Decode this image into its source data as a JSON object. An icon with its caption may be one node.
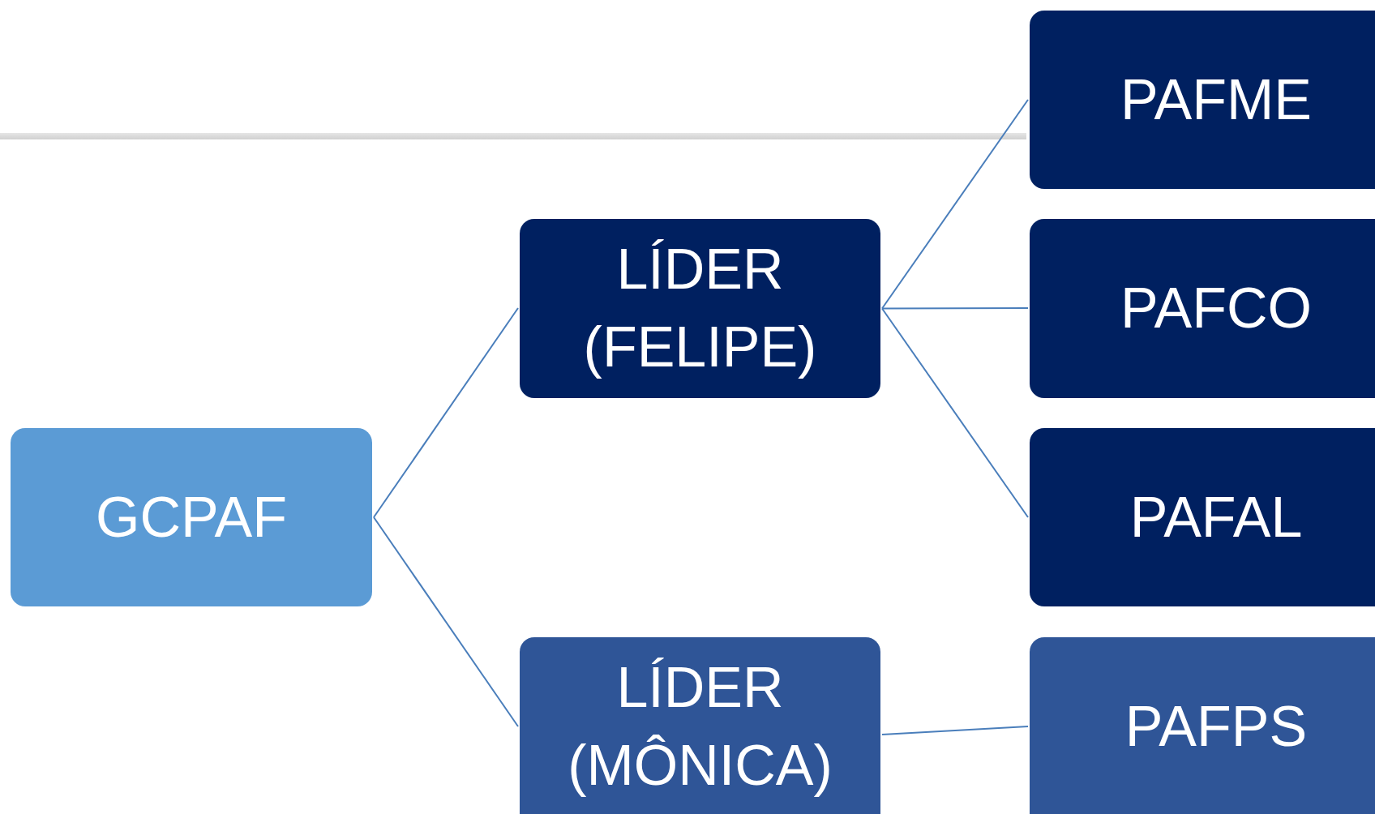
{
  "diagram": {
    "nodes": [
      {
        "text": [
          "GCPAF"
        ]
      },
      {
        "text": [
          "LÍDER (FELIPE)"
        ]
      },
      {
        "text": [
          "LÍDER (MÔNICA)"
        ]
      },
      {
        "text": [
          "PAFME"
        ]
      },
      {
        "text": [
          "PAFCO"
        ]
      },
      {
        "text": [
          "PAFAL"
        ]
      },
      {
        "text": [
          "PAFPS"
        ]
      }
    ],
    "edges": [
      {
        "from": 0,
        "to": 1,
        "arrow": "none"
      },
      {
        "from": 0,
        "to": 2,
        "arrow": "none"
      },
      {
        "from": 1,
        "to": 3,
        "arrow": "none"
      },
      {
        "from": 1,
        "to": 4,
        "arrow": "none"
      },
      {
        "from": 1,
        "to": 5,
        "arrow": "none"
      },
      {
        "from": 2,
        "to": 6,
        "arrow": "none"
      }
    ]
  }
}
